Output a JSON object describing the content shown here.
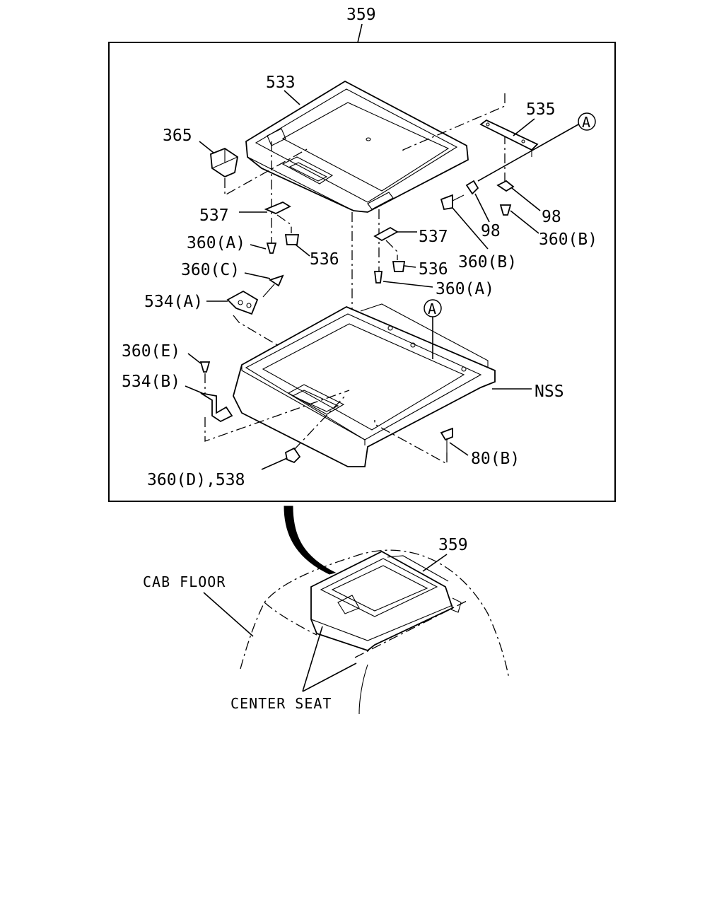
{
  "labels": {
    "p359_top": "359",
    "p533": "533",
    "p535": "535",
    "p365": "365",
    "circleA_top": "A",
    "circleA_mid": "A",
    "p537_left": "537",
    "p537_right": "537",
    "p98_a": "98",
    "p98_b": "98",
    "p360A_left": "360(A)",
    "p360A_right": "360(A)",
    "p360B_a": "360(B)",
    "p360B_b": "360(B)",
    "p360C": "360(C)",
    "p536_left": "536",
    "p536_right": "536",
    "p534A": "534(A)",
    "p360E": "360(E)",
    "p534B": "534(B)",
    "NSS": "NSS",
    "p80B": "80(B)",
    "p360D_538": "360(D),538",
    "p359_bottom": "359",
    "cab_floor": "CAB FLOOR",
    "center_seat": "CENTER SEAT"
  }
}
